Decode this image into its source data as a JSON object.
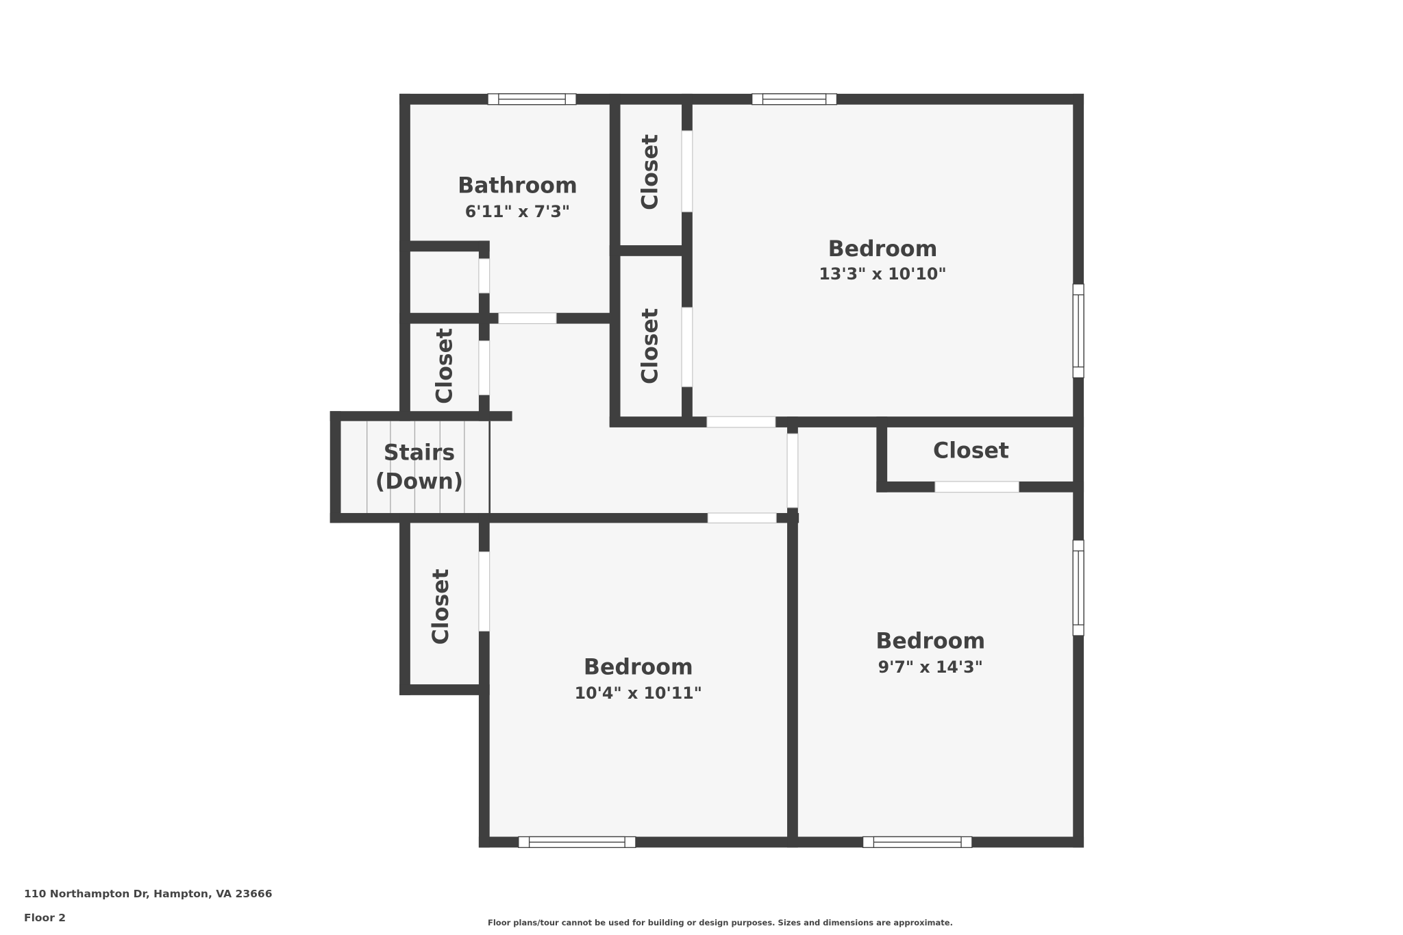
{
  "plan": {
    "floor_label": "Floor 2",
    "address": "110 Northampton Dr, Hampton, VA 23666",
    "disclaimer": "Floor plans/tour cannot be used for building or design purposes. Sizes and dimensions are approximate.",
    "colors": {
      "wall": "#3f3f3f",
      "floor": "#f6f6f6",
      "text": "#414141",
      "background": "#ffffff"
    },
    "rooms": {
      "bathroom": {
        "name": "Bathroom",
        "dims": "6'11\" x 7'3\""
      },
      "bedroom_ne": {
        "name": "Bedroom",
        "dims": "13'3\" x 10'10\""
      },
      "bedroom_sw": {
        "name": "Bedroom",
        "dims": "10'4\" x 10'11\""
      },
      "bedroom_se": {
        "name": "Bedroom",
        "dims": "9'7\" x 14'3\""
      },
      "closet_top": {
        "name": "Closet"
      },
      "closet_mid": {
        "name": "Closet"
      },
      "closet_left": {
        "name": "Closet"
      },
      "closet_right": {
        "name": "Closet"
      },
      "closet_bottom_left": {
        "name": "Closet"
      },
      "stairs": {
        "name_line1": "Stairs",
        "name_line2": "(Down)"
      }
    }
  }
}
